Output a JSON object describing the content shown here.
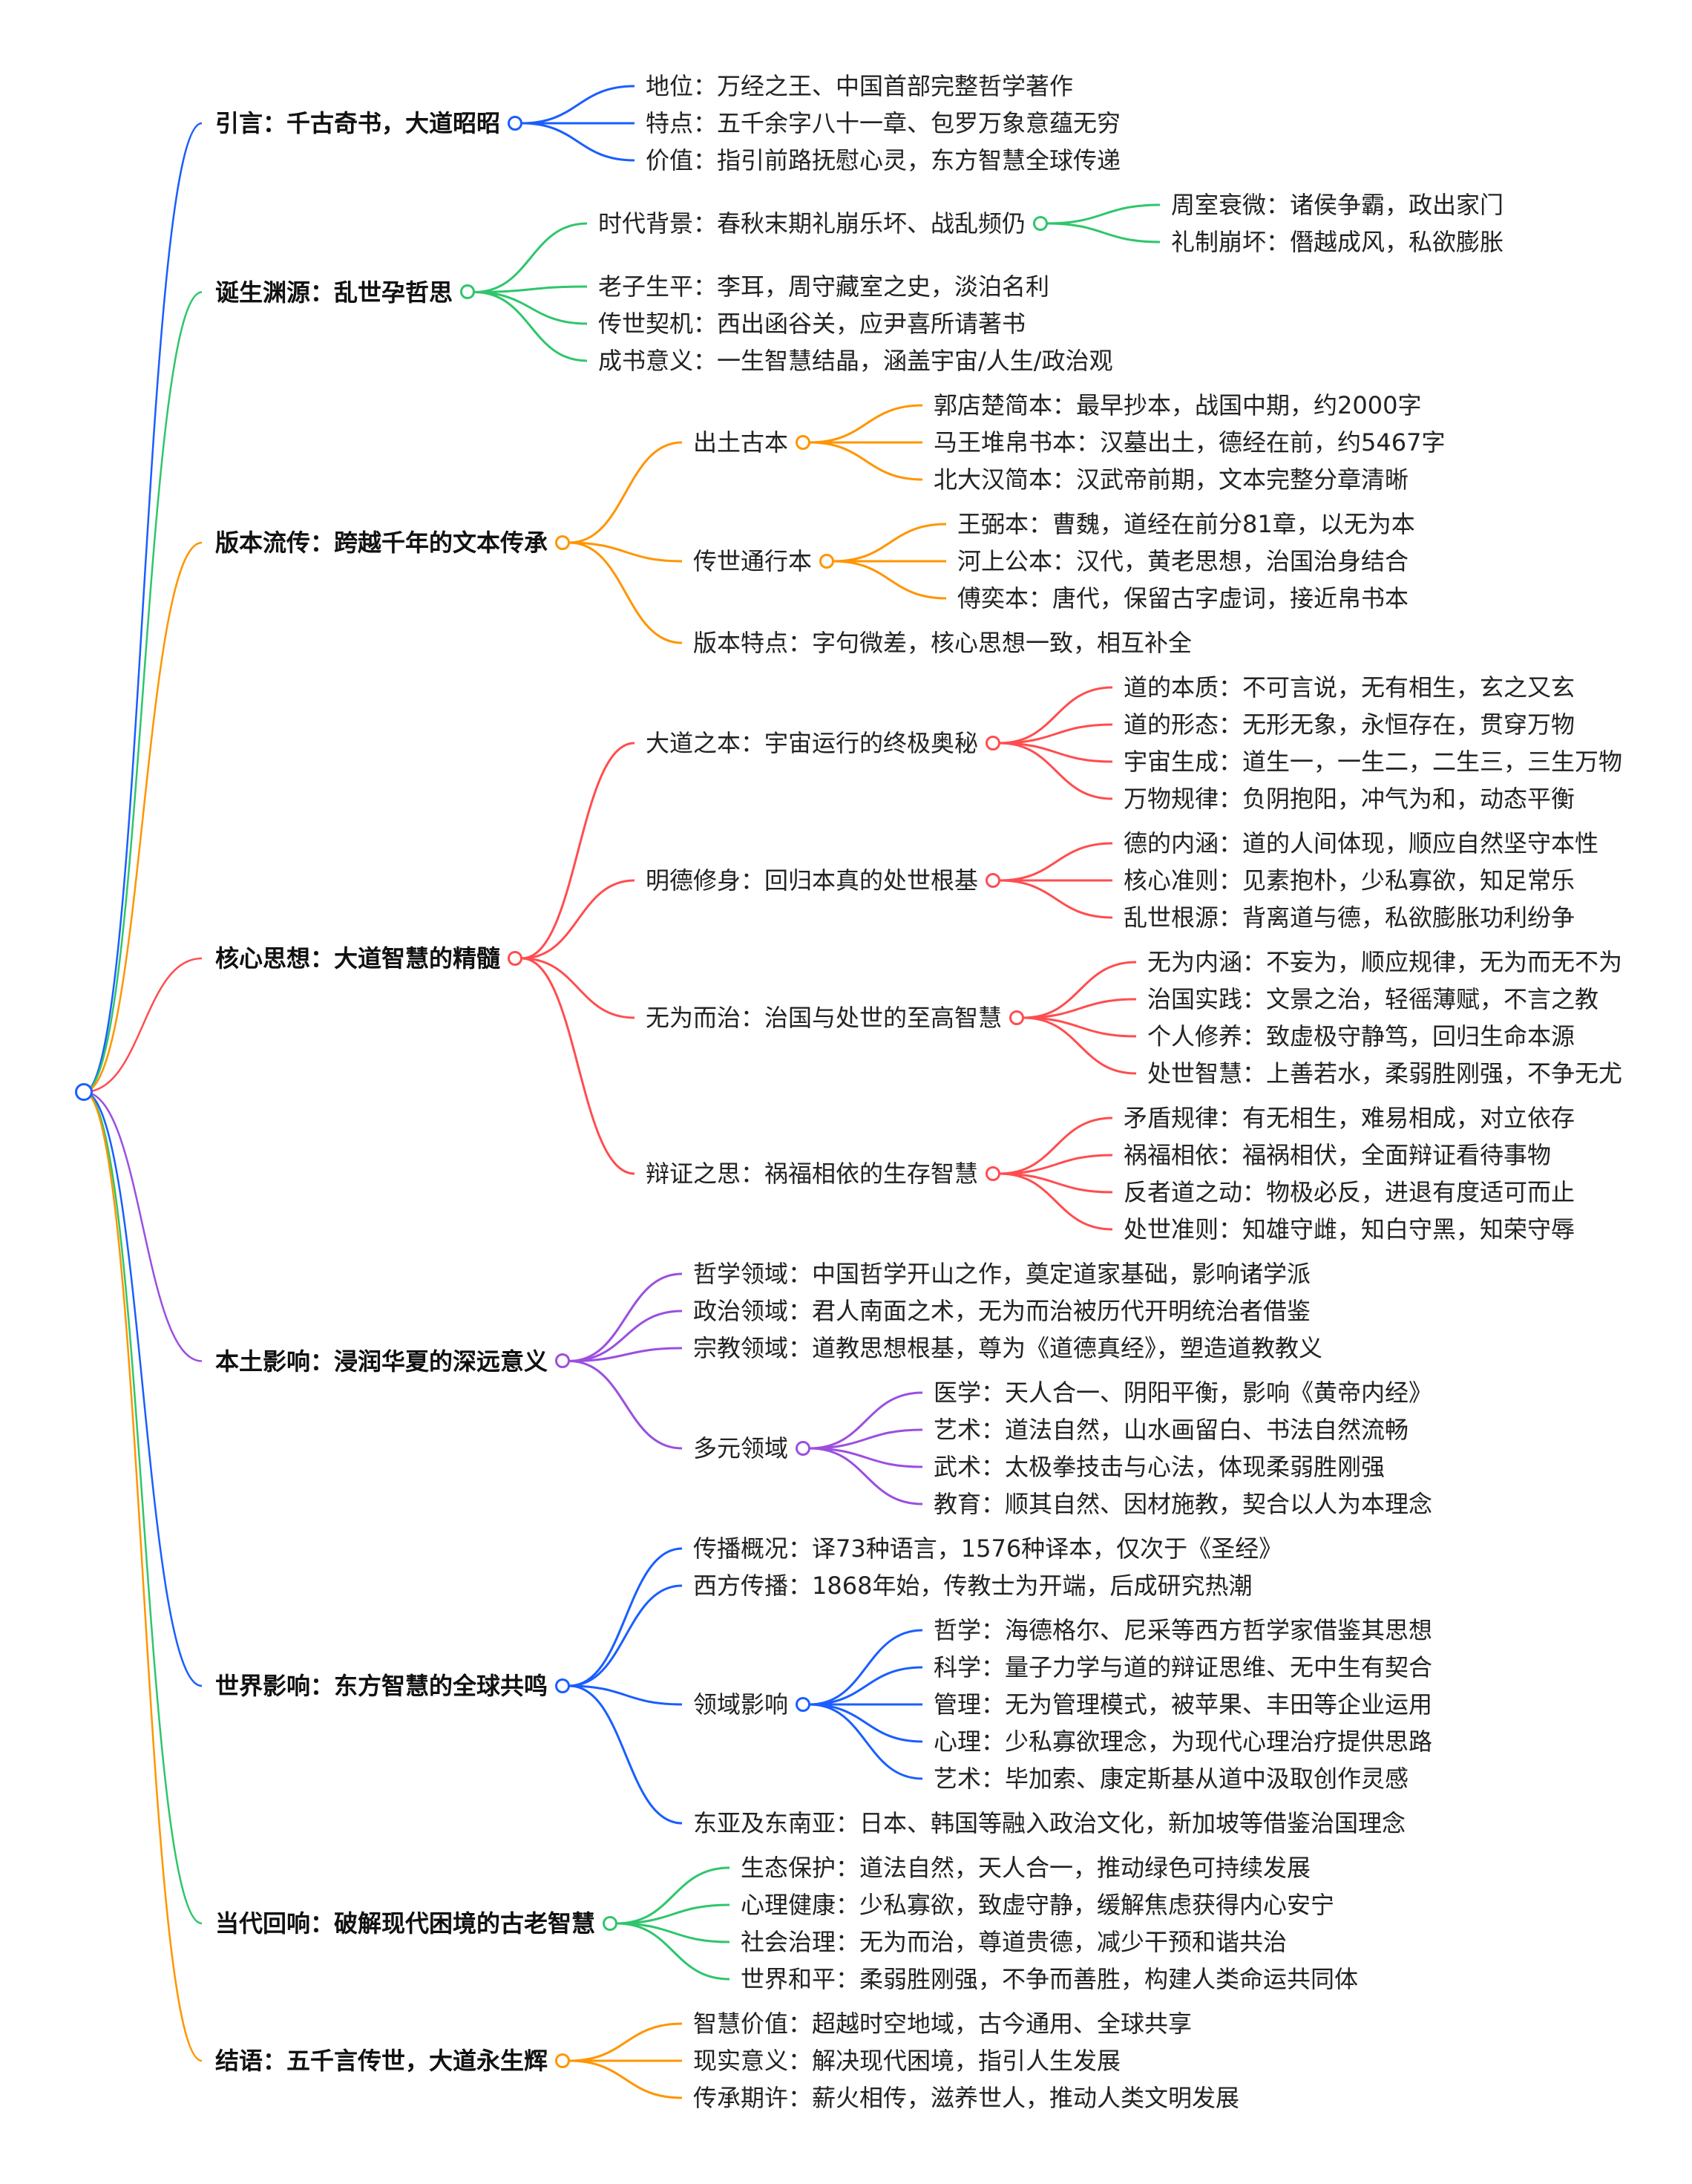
{
  "root_color": "#1a5eff",
  "tree": {
    "children": [
      {
        "label": "引言：千古奇书，大道昭昭",
        "color": "#1a5eff",
        "children": [
          {
            "label": "地位：万经之王、中国首部完整哲学著作"
          },
          {
            "label": "特点：五千余字八十一章、包罗万象意蕴无穷"
          },
          {
            "label": "价值：指引前路抚慰心灵，东方智慧全球传递"
          }
        ]
      },
      {
        "label": "诞生渊源：乱世孕哲思",
        "color": "#2ec66b",
        "children": [
          {
            "label": "时代背景：春秋末期礼崩乐坏、战乱频仍",
            "children": [
              {
                "label": "周室衰微：诸侯争霸，政出家门"
              },
              {
                "label": "礼制崩坏：僭越成风，私欲膨胀"
              }
            ]
          },
          {
            "label": "老子生平：李耳，周守藏室之史，淡泊名利"
          },
          {
            "label": "传世契机：西出函谷关，应尹喜所请著书"
          },
          {
            "label": "成书意义：一生智慧结晶，涵盖宇宙/人生/政治观"
          }
        ]
      },
      {
        "label": "版本流传：跨越千年的文本传承",
        "color": "#ff9500",
        "children": [
          {
            "label": "出土古本",
            "children": [
              {
                "label": "郭店楚简本：最早抄本，战国中期，约2000字"
              },
              {
                "label": "马王堆帛书本：汉墓出土，德经在前，约5467字"
              },
              {
                "label": "北大汉简本：汉武帝前期，文本完整分章清晰"
              }
            ]
          },
          {
            "label": "传世通行本",
            "children": [
              {
                "label": "王弼本：曹魏，道经在前分81章，以无为本"
              },
              {
                "label": "河上公本：汉代，黄老思想，治国治身结合"
              },
              {
                "label": "傅奕本：唐代，保留古字虚词，接近帛书本"
              }
            ]
          },
          {
            "label": "版本特点：字句微差，核心思想一致，相互补全"
          }
        ]
      },
      {
        "label": "核心思想：大道智慧的精髓",
        "color": "#ff4d4f",
        "children": [
          {
            "label": "大道之本：宇宙运行的终极奥秘",
            "children": [
              {
                "label": "道的本质：不可言说，无有相生，玄之又玄"
              },
              {
                "label": "道的形态：无形无象，永恒存在，贯穿万物"
              },
              {
                "label": "宇宙生成：道生一，一生二，二生三，三生万物"
              },
              {
                "label": "万物规律：负阴抱阳，冲气为和，动态平衡"
              }
            ]
          },
          {
            "label": "明德修身：回归本真的处世根基",
            "children": [
              {
                "label": "德的内涵：道的人间体现，顺应自然坚守本性"
              },
              {
                "label": "核心准则：见素抱朴，少私寡欲，知足常乐"
              },
              {
                "label": "乱世根源：背离道与德，私欲膨胀功利纷争"
              }
            ]
          },
          {
            "label": "无为而治：治国与处世的至高智慧",
            "children": [
              {
                "label": "无为内涵：不妄为，顺应规律，无为而无不为"
              },
              {
                "label": "治国实践：文景之治，轻徭薄赋，不言之教"
              },
              {
                "label": "个人修养：致虚极守静笃，回归生命本源"
              },
              {
                "label": "处世智慧：上善若水，柔弱胜刚强，不争无尤"
              }
            ]
          },
          {
            "label": "辩证之思：祸福相依的生存智慧",
            "children": [
              {
                "label": "矛盾规律：有无相生，难易相成，对立依存"
              },
              {
                "label": "祸福相依：福祸相伏，全面辩证看待事物"
              },
              {
                "label": "反者道之动：物极必反，进退有度适可而止"
              },
              {
                "label": "处世准则：知雄守雌，知白守黑，知荣守辱"
              }
            ]
          }
        ]
      },
      {
        "label": "本土影响：浸润华夏的深远意义",
        "color": "#9b4fe0",
        "children": [
          {
            "label": "哲学领域：中国哲学开山之作，奠定道家基础，影响诸学派"
          },
          {
            "label": "政治领域：君人南面之术，无为而治被历代开明统治者借鉴"
          },
          {
            "label": "宗教领域：道教思想根基，尊为《道德真经》，塑造道教教义"
          },
          {
            "label": "多元领域",
            "children": [
              {
                "label": "医学：天人合一、阴阳平衡，影响《黄帝内经》"
              },
              {
                "label": "艺术：道法自然，山水画留白、书法自然流畅"
              },
              {
                "label": "武术：太极拳技击与心法，体现柔弱胜刚强"
              },
              {
                "label": "教育：顺其自然、因材施教，契合以人为本理念"
              }
            ]
          }
        ]
      },
      {
        "label": "世界影响：东方智慧的全球共鸣",
        "color": "#1a5eff",
        "children": [
          {
            "label": "传播概况：译73种语言，1576种译本，仅次于《圣经》"
          },
          {
            "label": "西方传播：1868年始，传教士为开端，后成研究热潮"
          },
          {
            "label": "领域影响",
            "children": [
              {
                "label": "哲学：海德格尔、尼采等西方哲学家借鉴其思想"
              },
              {
                "label": "科学：量子力学与道的辩证思维、无中生有契合"
              },
              {
                "label": "管理：无为管理模式，被苹果、丰田等企业运用"
              },
              {
                "label": "心理：少私寡欲理念，为现代心理治疗提供思路"
              },
              {
                "label": "艺术：毕加索、康定斯基从道中汲取创作灵感"
              }
            ]
          },
          {
            "label": "东亚及东南亚：日本、韩国等融入政治文化，新加坡等借鉴治国理念"
          }
        ]
      },
      {
        "label": "当代回响：破解现代困境的古老智慧",
        "color": "#2ec66b",
        "children": [
          {
            "label": "生态保护：道法自然，天人合一，推动绿色可持续发展"
          },
          {
            "label": "心理健康：少私寡欲，致虚守静，缓解焦虑获得内心安宁"
          },
          {
            "label": "社会治理：无为而治，尊道贵德，减少干预和谐共治"
          },
          {
            "label": "世界和平：柔弱胜刚强，不争而善胜，构建人类命运共同体"
          }
        ]
      },
      {
        "label": "结语：五千言传世，大道永生辉",
        "color": "#ff9500",
        "children": [
          {
            "label": "智慧价值：超越时空地域，古今通用、全球共享"
          },
          {
            "label": "现实意义：解决现代困境，指引人生发展"
          },
          {
            "label": "传承期许：薪火相传，滋养世人，推动人类文明发展"
          }
        ]
      }
    ]
  }
}
